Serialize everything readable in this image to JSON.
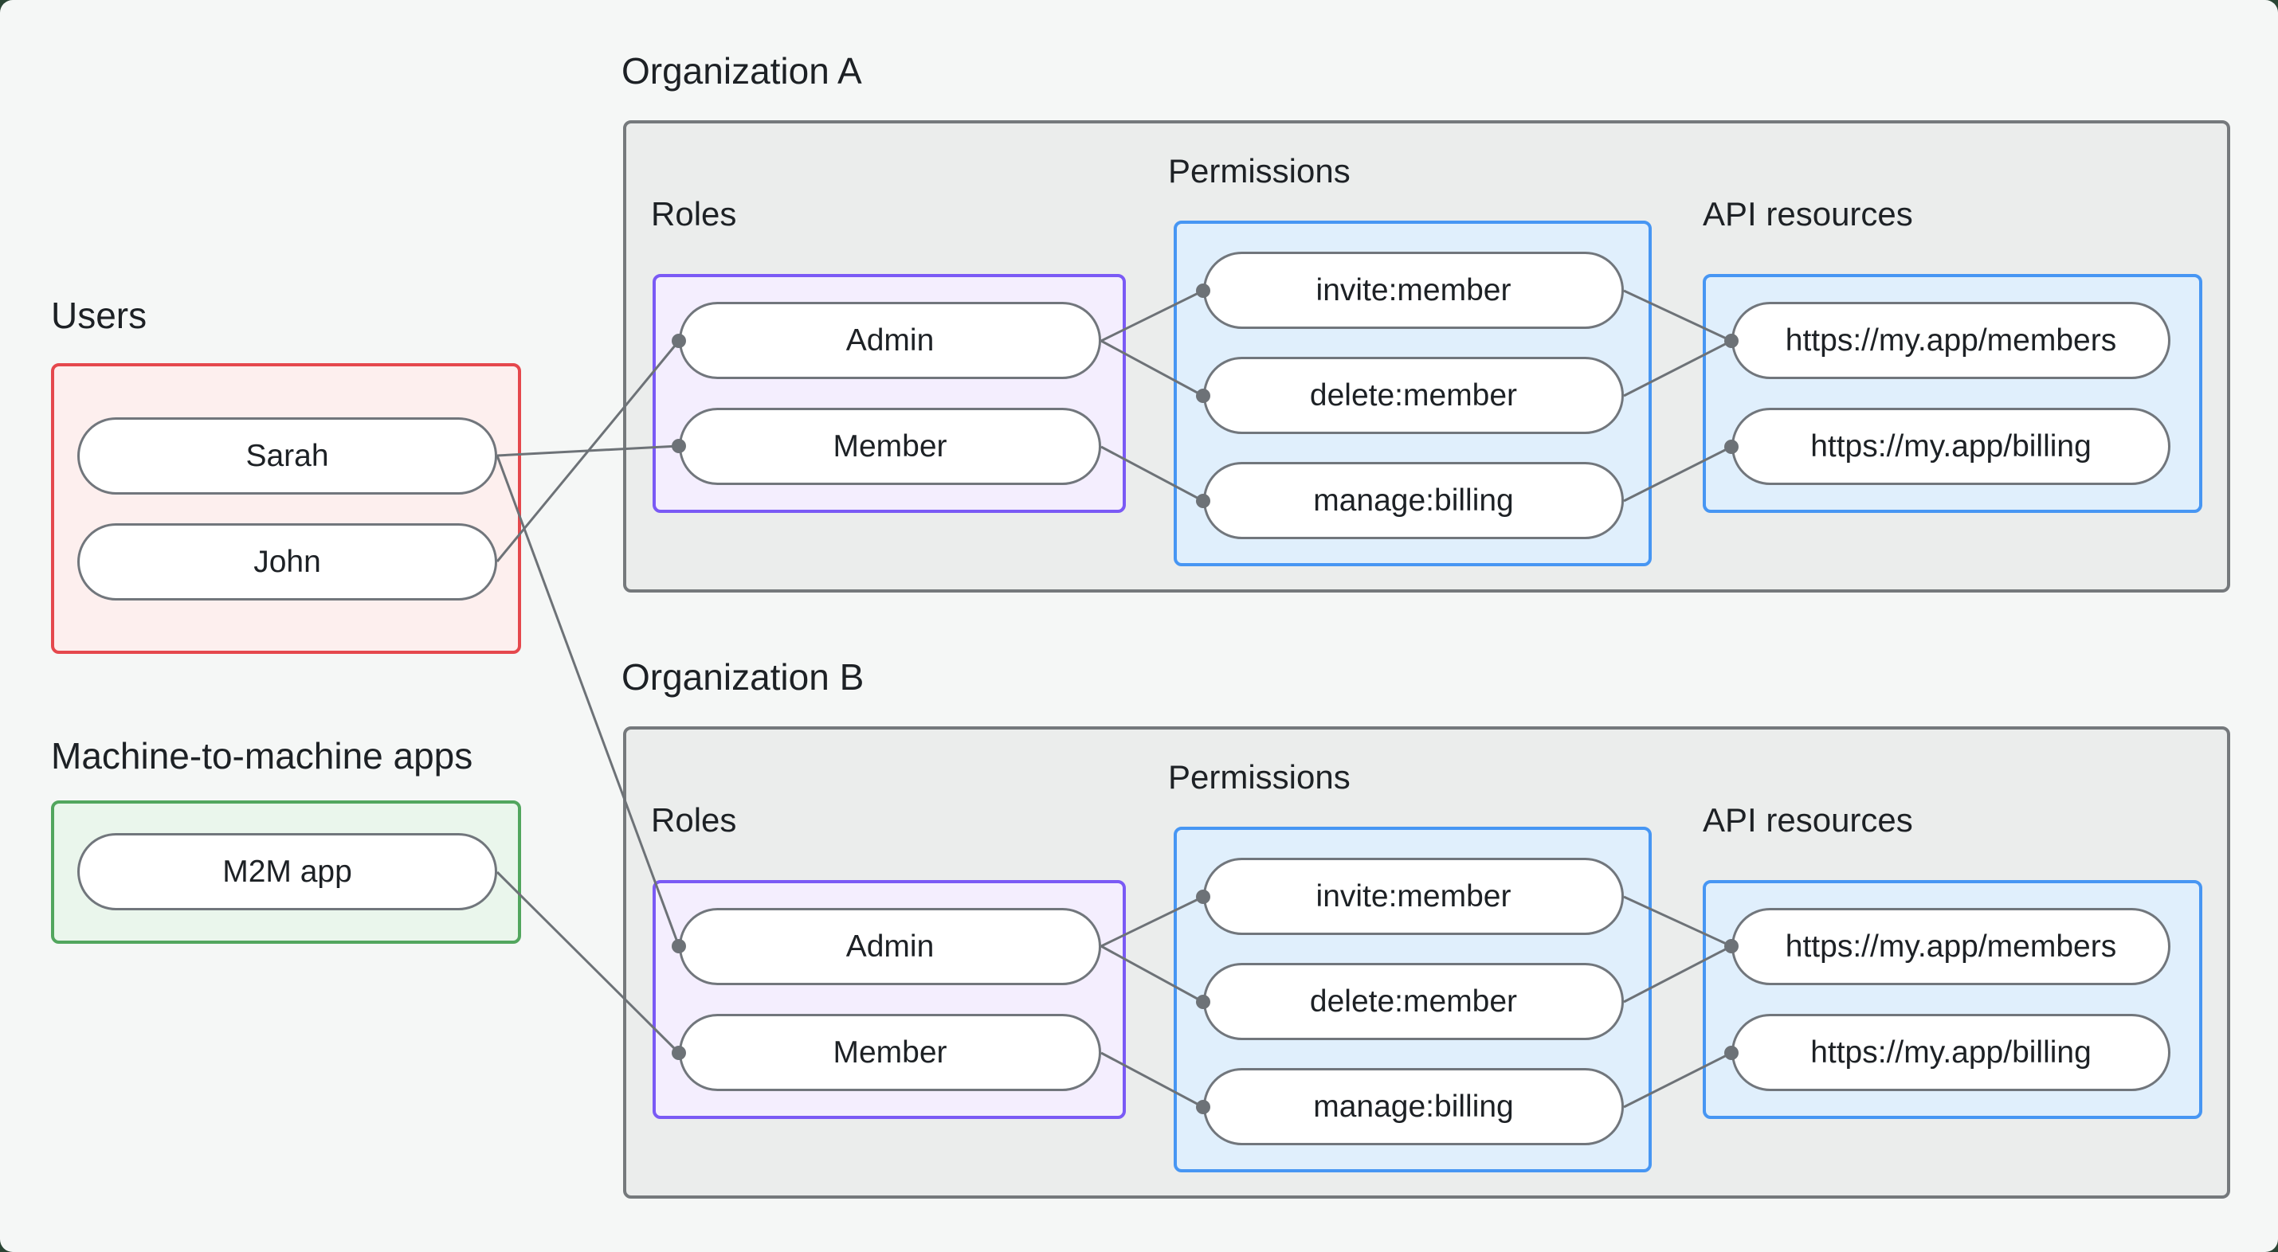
{
  "users_section": {
    "title": "Users",
    "nodes": [
      "Sarah",
      "John"
    ]
  },
  "m2m_section": {
    "title": "Machine-to-machine apps",
    "nodes": [
      "M2M app"
    ]
  },
  "orgs": [
    {
      "title": "Organization A",
      "roles_label": "Roles",
      "permissions_label": "Permissions",
      "api_label": "API resources",
      "roles": [
        "Admin",
        "Member"
      ],
      "permissions": [
        "invite:member",
        "delete:member",
        "manage:billing"
      ],
      "api_resources": [
        "https://my.app/members",
        "https://my.app/billing"
      ]
    },
    {
      "title": "Organization B",
      "roles_label": "Roles",
      "permissions_label": "Permissions",
      "api_label": "API resources",
      "roles": [
        "Admin",
        "Member"
      ],
      "permissions": [
        "invite:member",
        "delete:member",
        "manage:billing"
      ],
      "api_resources": [
        "https://my.app/members",
        "https://my.app/billing"
      ]
    }
  ],
  "edges": [
    {
      "from": "Users/Sarah",
      "to": "Organization A/Member"
    },
    {
      "from": "Users/John",
      "to": "Organization A/Admin"
    },
    {
      "from": "Users/Sarah",
      "to": "Organization B/Admin"
    },
    {
      "from": "M2M app",
      "to": "Organization B/Member"
    },
    {
      "from": "Organization A/Admin",
      "to": "Organization A/invite:member"
    },
    {
      "from": "Organization A/Admin",
      "to": "Organization A/delete:member"
    },
    {
      "from": "Organization A/Member",
      "to": "Organization A/manage:billing"
    },
    {
      "from": "Organization A/invite:member",
      "to": "Organization A/https://my.app/members"
    },
    {
      "from": "Organization A/delete:member",
      "to": "Organization A/https://my.app/members"
    },
    {
      "from": "Organization A/manage:billing",
      "to": "Organization A/https://my.app/billing"
    },
    {
      "from": "Organization B/Admin",
      "to": "Organization B/invite:member"
    },
    {
      "from": "Organization B/Admin",
      "to": "Organization B/delete:member"
    },
    {
      "from": "Organization B/Member",
      "to": "Organization B/manage:billing"
    },
    {
      "from": "Organization B/invite:member",
      "to": "Organization B/https://my.app/members"
    },
    {
      "from": "Organization B/delete:member",
      "to": "Organization B/https://my.app/members"
    },
    {
      "from": "Organization B/manage:billing",
      "to": "Organization B/https://my.app/billing"
    }
  ],
  "colors": {
    "page_bg": "#f5f7f6",
    "backdrop": "#2a4534",
    "ink": "#1d2125",
    "frame_fill": "#ebedec",
    "frame_border": "#75797c",
    "red_border": "#e5484d",
    "red_fill": "#fdefee",
    "purple_border": "#7a5af5",
    "purple_fill": "#f4eefe",
    "blue_border": "#4796f3",
    "blue_fill": "#e0effc",
    "green_border": "#52a65e",
    "green_fill": "#eaf6ec",
    "node_border": "#71767c",
    "edge": "#6d7277"
  }
}
